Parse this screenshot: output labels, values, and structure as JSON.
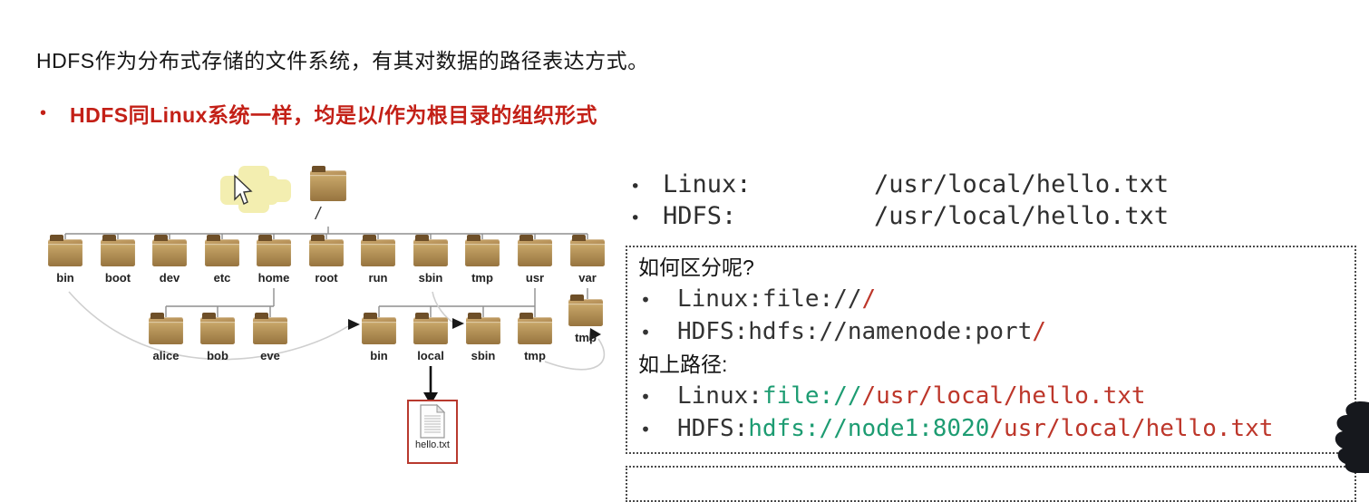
{
  "ui": {
    "bullet": "•"
  },
  "header": {
    "title": "HDFS作为分布式存储的文件系统，有其对数据的路径表达方式。",
    "key_point": "HDFS同Linux系统一样，均是以/作为根目录的组织形式"
  },
  "comparison": {
    "rows": [
      {
        "label": "Linux:",
        "path": "/usr/local/hello.txt"
      },
      {
        "label": "HDFS:",
        "path": "/usr/local/hello.txt"
      }
    ]
  },
  "box1": {
    "q_heading": "如何区分呢?",
    "rows_scheme": [
      {
        "label": "Linux: ",
        "scheme": "file://",
        "root": "/"
      },
      {
        "label": "HDFS: ",
        "scheme": "hdfs://namenode:port",
        "root": "/"
      }
    ],
    "p_heading": "如上路径:",
    "rows_path": [
      {
        "label": "Linux: ",
        "scheme": "file://",
        "path": "/usr/local/hello.txt"
      },
      {
        "label": "HDFS: ",
        "scheme": "hdfs://node1:8020",
        "path": "/usr/local/hello.txt"
      }
    ]
  },
  "tree": {
    "root_label": "/",
    "level1": [
      "bin",
      "boot",
      "dev",
      "etc",
      "home",
      "root",
      "run",
      "sbin",
      "tmp",
      "usr",
      "var"
    ],
    "home_children": [
      "alice",
      "bob",
      "eve"
    ],
    "usr_children": [
      "bin",
      "local",
      "sbin",
      "tmp"
    ],
    "var_child": "tmp",
    "file_label": "hello.txt"
  },
  "colors": {
    "heading_red": "#c32017",
    "code_green": "#1d9c72",
    "code_red": "#bd362a",
    "highlight_yellow": "#f3eeb0",
    "folder_tan": "#b08a52"
  }
}
